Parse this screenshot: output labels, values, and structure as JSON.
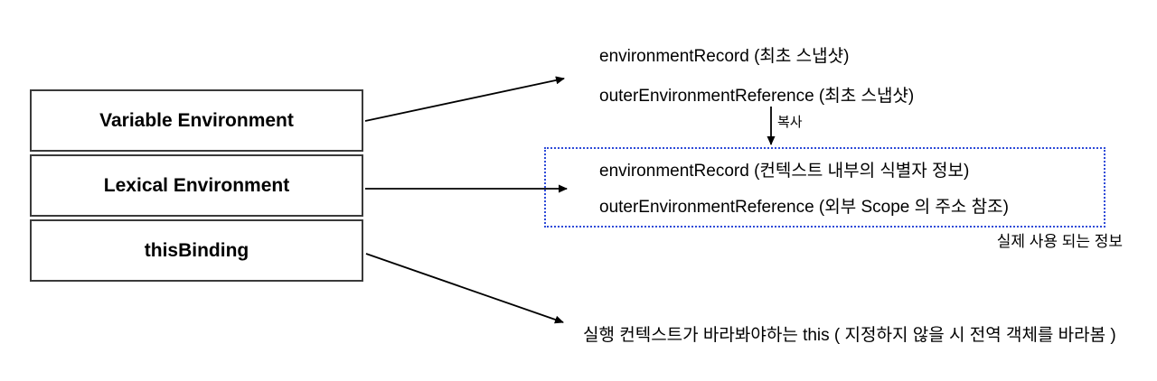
{
  "left_stack": {
    "boxes": [
      {
        "label": "Variable Environment"
      },
      {
        "label": "Lexical Environment"
      },
      {
        "label": "thisBinding"
      }
    ]
  },
  "variable_env_snapshot": {
    "line1": "environmentRecord (최초 스냅샷)",
    "line2": "outerEnvironmentReference (최초 스냅샷)"
  },
  "copy_arrow_label": "복사",
  "lexical_env_box": {
    "line1": "environmentRecord (컨텍스트 내부의 식별자 정보)",
    "line2": "outerEnvironmentReference (외부 Scope 의 주소 참조)",
    "caption": "실제 사용 되는 정보"
  },
  "this_binding_note": "실행 컨텍스트가 바라봐야하는 this ( 지정하지 않을 시 전역 객체를 바라봄 )",
  "colors": {
    "background": "#ffffff",
    "text": "#000000",
    "box_border": "#3a3a3a",
    "arrow": "#000000",
    "dotted_border": "#2e4bd8"
  }
}
